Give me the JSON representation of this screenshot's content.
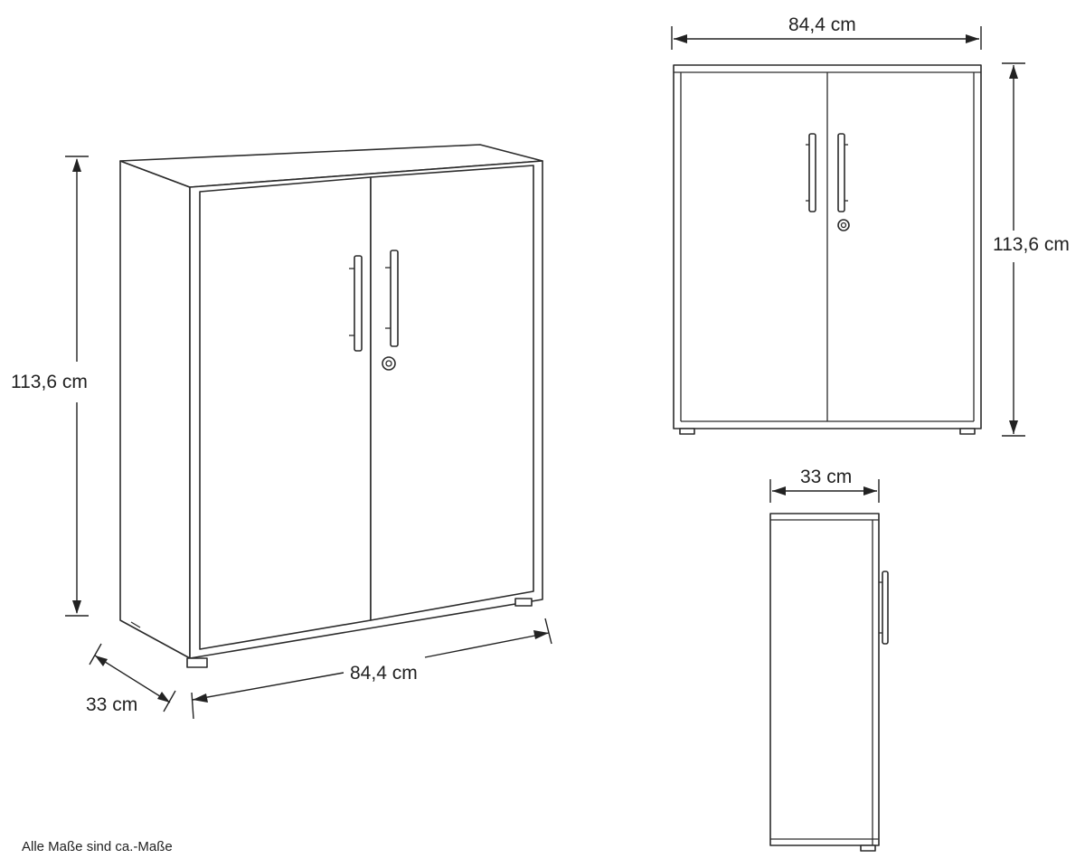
{
  "labels": {
    "persp_height": "113,6 cm",
    "persp_width": "84,4 cm",
    "persp_depth": "33 cm",
    "front_width": "84,4 cm",
    "front_height": "113,6 cm",
    "side_depth": "33 cm",
    "footnote": "Alle Maße sind ca.-Maße"
  }
}
